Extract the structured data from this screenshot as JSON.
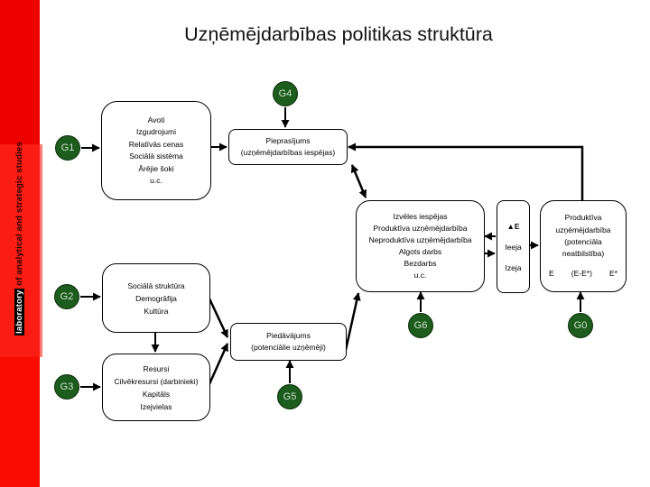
{
  "title": "Uzņēmējdarbības politikas struktūra",
  "sidebar": {
    "text_highlight": "laboratory",
    "text_rest": " of analytical and strategic studies",
    "red_top": "#ec0000",
    "red_mid": "#fb1d13",
    "red_bottom": "#f90b00",
    "highlight_bg": "#000000"
  },
  "nodes": {
    "g1": "G1",
    "g2": "G2",
    "g3": "G3",
    "g4": "G4",
    "g5": "G5",
    "g6": "G6",
    "g0": "G0",
    "circle_color": "#1c5c1c",
    "label_color": "#cfe2cf"
  },
  "boxes": {
    "avoti": {
      "lines": [
        "Avoti",
        "Izgudrojumi",
        "Relatīvās cenas",
        "Sociālā sistēma",
        "Ārējie šoki",
        "u.c."
      ]
    },
    "pieprasijums": {
      "lines": [
        "Pieprasījums",
        "(uzņēmējdarbības iespējas)"
      ]
    },
    "izveles": {
      "lines": [
        "Izvēles iespējas",
        "Produktīva uzņēmējdarbība",
        "Neproduktīva uzņēmējdarbība",
        "Algots darbs",
        "Bezdarbs",
        "u.c."
      ]
    },
    "delta": {
      "lines": [
        "▲E",
        "Ieeja",
        "Izeja"
      ]
    },
    "produktiva": {
      "lines": [
        "Produktīva",
        "uzņēmējdarbība",
        "(potenciāla",
        "neatbilstība)"
      ],
      "formula": {
        "left": "E",
        "mid": "(E-E*)",
        "right": "E*"
      }
    },
    "sociala": {
      "lines": [
        "Sociālā struktūra",
        "Demogrāfija",
        "Kultūra"
      ]
    },
    "resursi": {
      "lines": [
        "Resursi",
        "Cilvēkresursi (darbinieki)",
        "Kapitāls",
        "Izejvielas"
      ]
    },
    "piedavajums": {
      "lines": [
        "Piedāvājums",
        "(potenciālie uzņēmēji)"
      ]
    }
  }
}
